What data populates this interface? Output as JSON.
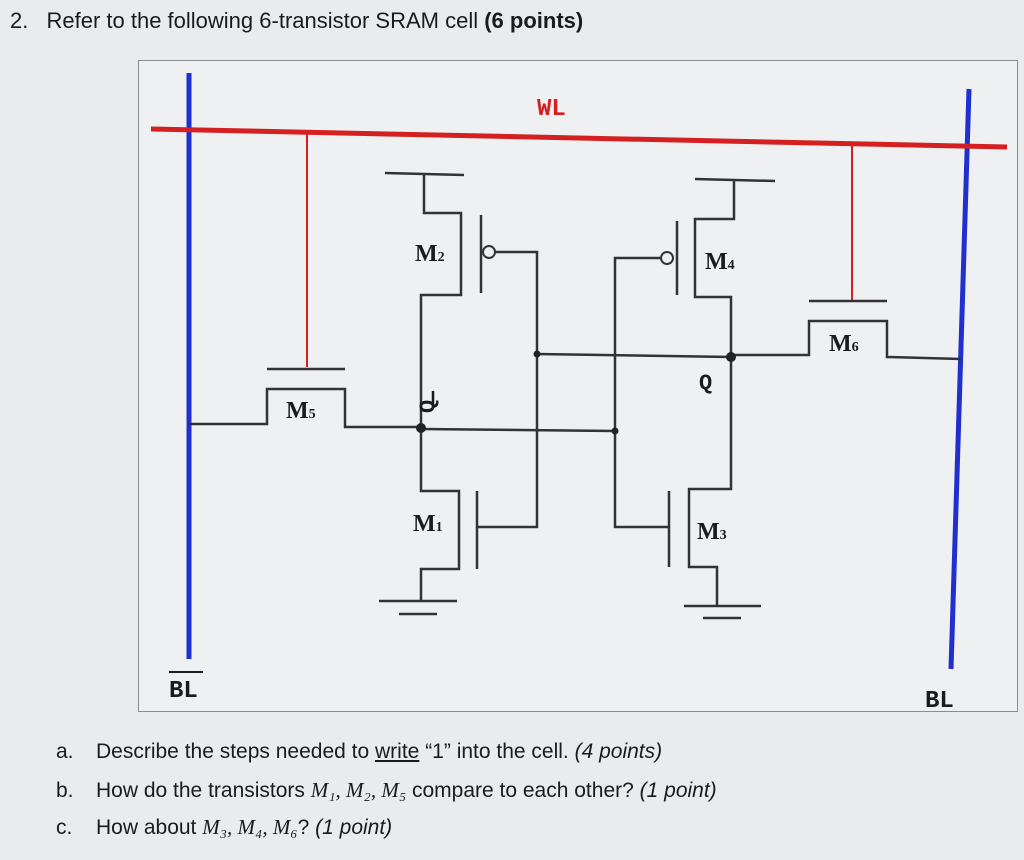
{
  "question": {
    "number": "2.",
    "prompt": "Refer to the following 6-transistor SRAM cell",
    "points": "(6 points)"
  },
  "figure": {
    "word_line": "WL",
    "bit_line": "BL",
    "bit_line_bar": "BL",
    "node_q": "Q",
    "node_q_bar": "Q",
    "transistors": {
      "m1": "M",
      "m1_sub": "1",
      "m2": "M",
      "m2_sub": "2",
      "m3": "M",
      "m3_sub": "3",
      "m4": "M",
      "m4_sub": "4",
      "m5": "M",
      "m5_sub": "5",
      "m6": "M",
      "m6_sub": "6"
    },
    "colors": {
      "word_line": "#d42020",
      "bit_lines": "#1f2fd0",
      "wires": "#333333"
    }
  },
  "sub_questions": [
    {
      "letter": "a.",
      "pre": "Describe the steps needed to ",
      "underlined": "write",
      "post": " “1” into the cell. ",
      "points": "(4 points)"
    },
    {
      "letter": "b.",
      "pre": "How do the transistors ",
      "math": "M₁, M₂, M₅",
      "post": " compare to each other? ",
      "points": "(1 point)"
    },
    {
      "letter": "c.",
      "pre": "How about ",
      "math": "M₃, M₄, M₆",
      "post": "? ",
      "points": "(1 point)"
    }
  ]
}
